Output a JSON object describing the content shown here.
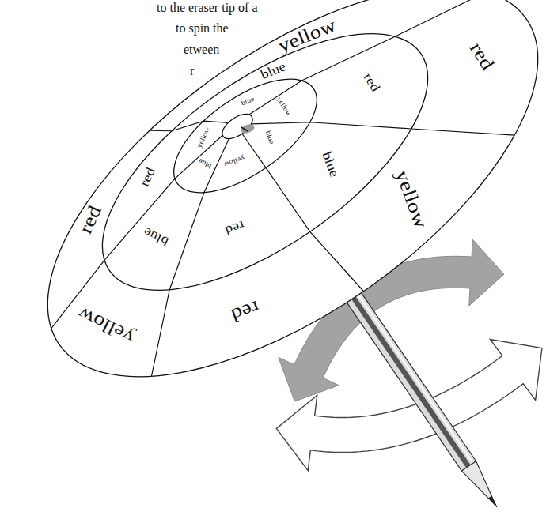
{
  "diagram": {
    "labels": [
      "to the eraser tip of a",
      "to spin the",
      "etween",
      "r",
      "yellow",
      "red",
      "yellow",
      "red",
      "yellow",
      "red",
      "blue",
      "red",
      "blue",
      "red",
      "blue",
      "red",
      "blue",
      "yellow",
      "blue",
      "yellow",
      "blue",
      "yellow"
    ]
  }
}
